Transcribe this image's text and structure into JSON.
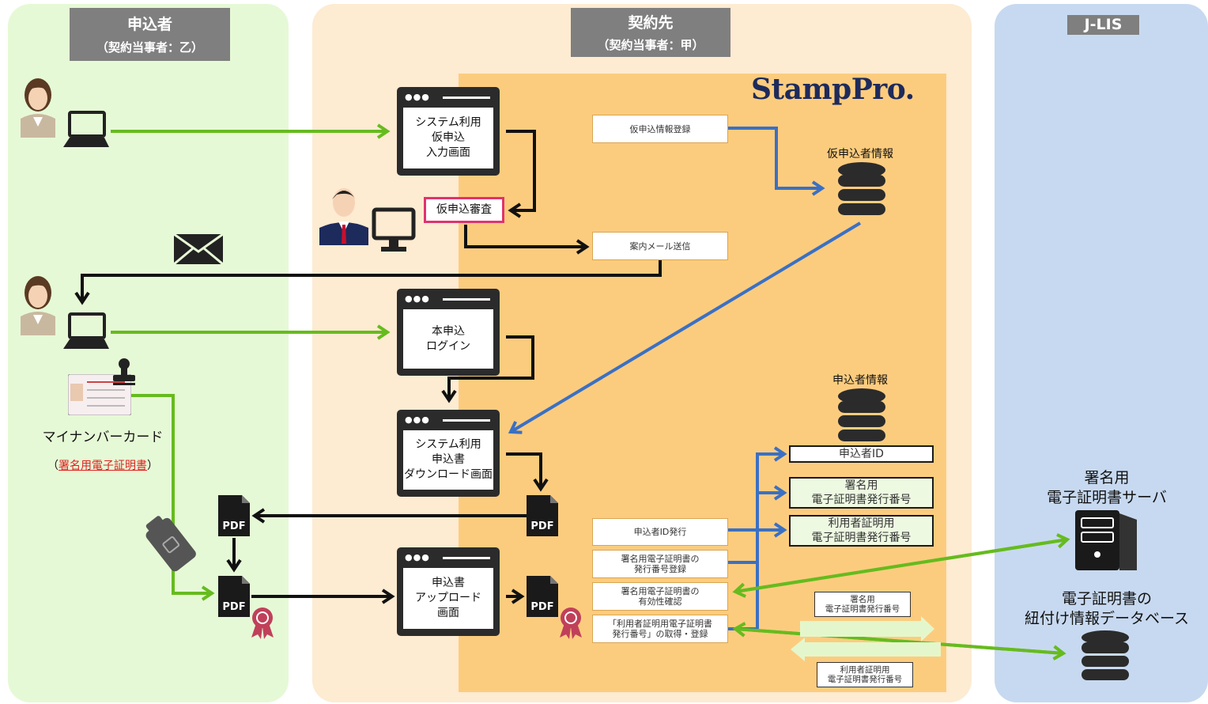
{
  "columns": {
    "applicant": {
      "title": "申込者",
      "subtitle": "（契約当事者：乙）"
    },
    "contractor": {
      "title": "契約先",
      "subtitle": "（契約当事者：甲）"
    },
    "jlis": {
      "title": "J-LIS"
    }
  },
  "logo": "StampPro.",
  "screens": {
    "temp_entry": "システム利用\n仮申込\n入力画面",
    "main_login": "本申込\nログイン",
    "download": "システム利用\n申込書\nダウンロード画面",
    "upload": "申込書\nアップロード\n画面"
  },
  "review_label": "仮申込審査",
  "steps": {
    "temp_register": "仮申込情報登録",
    "guide_mail": "案内メール送信",
    "id_issue": "申込者ID発行",
    "sign_cert_register": "署名用電子証明書の\n発行番号登録",
    "sign_cert_validity": "署名用電子証明書の\n有効性確認",
    "user_cert_register": "「利用者証明用電子証明書\n発行番号」の取得・登録"
  },
  "db": {
    "temp_applicant": "仮申込者情報",
    "applicant": "申込者情報"
  },
  "applicant_fields": {
    "id": "申込者ID",
    "sign_no": "署名用\n電子証明書発行番号",
    "user_no": "利用者証明用\n電子証明書発行番号"
  },
  "transfer_labels": {
    "sign_no": "署名用\n電子証明書発行番号",
    "user_no": "利用者証明用\n電子証明書発行番号"
  },
  "card": {
    "label": "マイナンバーカード",
    "sub_prefix": "（",
    "sub_link": "署名用電子証明書",
    "sub_suffix": "）"
  },
  "servers": {
    "sign_server": "署名用\n電子証明書サーバ",
    "link_db": "電子証明書の\n紐付け情報データベース"
  },
  "pdf_label": "PDF",
  "colors": {
    "green_panel": "#e6f9d6",
    "orange_panel": "#fdebd2",
    "blue_panel": "#c7d9f0",
    "orange_inner": "#fccc7e",
    "green_arrow": "#66bb1e",
    "blue_arrow": "#3a70c4",
    "review_border": "#e0336e",
    "card_link": "#e02020"
  }
}
